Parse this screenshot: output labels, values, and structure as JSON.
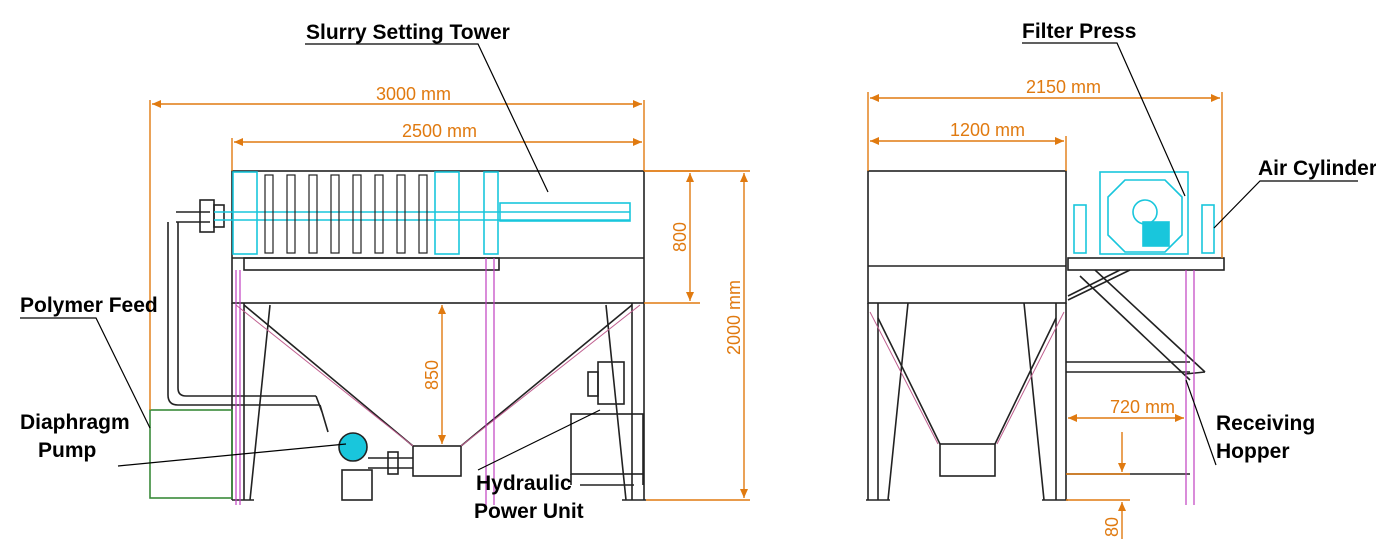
{
  "labels": {
    "slurry_tower": "Slurry  Setting Tower",
    "filter_press": "Filter Press",
    "air_cylinder": "Air Cylinder",
    "polymer_feed": "Polymer Feed",
    "diaphragm_pump_l1": "Diaphragm",
    "diaphragm_pump_l2": "Pump",
    "hydraulic_l1": "Hydraulic",
    "hydraulic_l2": "Power Unit",
    "receiving_l1": "Receiving",
    "receiving_l2": "Hopper"
  },
  "dimensions": {
    "w3000": "3000 mm",
    "w2500": "2500 mm",
    "h800": "800",
    "h2000": "2000 mm",
    "h850": "850",
    "w2150": "2150 mm",
    "w1200": "1200 mm",
    "w720": "720 mm",
    "h80": "80"
  },
  "colors": {
    "outline": "#222222",
    "dimension": "#e07a10",
    "press": "#19c6dc",
    "guide": "#c040c0",
    "tank": "#3a8a3a"
  }
}
